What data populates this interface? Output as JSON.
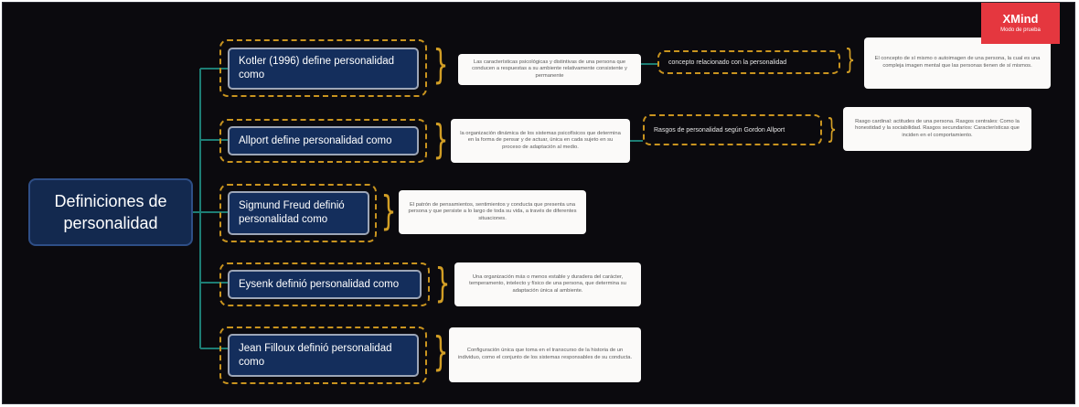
{
  "map": {
    "central": "Definiciones de personalidad",
    "branches": [
      {
        "label": "Kotler (1996) define personalidad como",
        "note": "Las características psicológicas y distintivas de una persona que conducen a respuestas a su ambiente relativamente consistente y permanente",
        "concept": "concepto relacionado con la personalidad",
        "concept_note": "El concepto de sí mismo o autoimagen de una persona, la cual es una compleja imagen mental que las personas tienen de sí mismos."
      },
      {
        "label": "Allport define personalidad como",
        "note": "la organización dinámica de los sistemas psicofísicos que determina en la forma de pensar y de actuar, única en cada sujeto en su proceso de adaptación al medio.",
        "concept": "Rasgos de personalidad según Gordon Allport",
        "concept_note": "Rasgo cardinal: actitudes de una persona. Rasgos centrales: Como la honestidad y la sociabilidad. Rasgos secundarios: Características que inciden en el comportamiento."
      },
      {
        "label": "Sigmund Freud definió personalidad como",
        "note": "El patrón de pensamientos, sentimientos y conducta que presenta una persona y que persiste a lo largo de toda su vida, a través de diferentes situaciones."
      },
      {
        "label": "Eysenk definió personalidad como",
        "note": "Una organización más o menos estable y duradera del carácter, temperamento, intelecto y físico de una persona, que determina su adaptación única al ambiente."
      },
      {
        "label": "Jean Filloux definió personalidad como",
        "note": "Configuración única que toma en el transcurso de la historia de un individuo, como el conjunto de los sistemas responsables de su conducta."
      }
    ]
  },
  "watermark": {
    "title": "XMind",
    "subtitle": "Modo de prueba"
  },
  "colors": {
    "background": "#0b0a0e",
    "node_fill": "#142e5c",
    "connector": "#1d7d74",
    "dashed_outline": "#c9941f",
    "badge": "#e5373f"
  }
}
